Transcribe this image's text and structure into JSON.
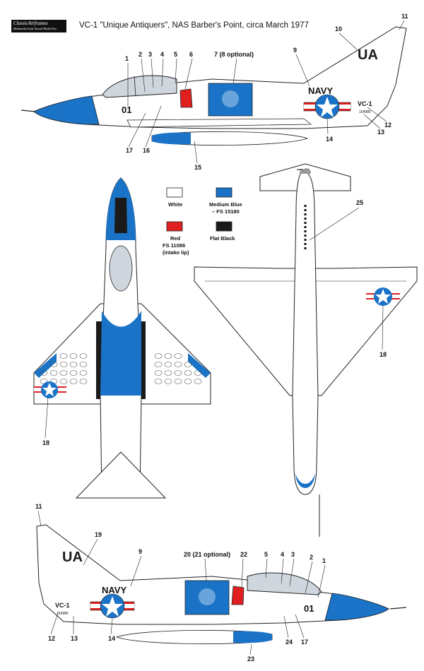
{
  "header": {
    "brand_line1": "ClassicAirframes",
    "brand_line2": "Multimedia Scale Aircraft Model Kits",
    "title": "VC-1 \"Unique Antiquers\", NAS Barber's Point, circa March 1977"
  },
  "legend": [
    {
      "swatch_color": "#ffffff",
      "label_lines": [
        "White"
      ]
    },
    {
      "swatch_color": "#1a73c7",
      "label_lines": [
        "Medium Blue",
        "– FS 15180"
      ]
    },
    {
      "swatch_color": "#e02020",
      "label_lines": [
        "Red",
        "FS 11086",
        "(intake lip)"
      ]
    },
    {
      "swatch_color": "#1a1a1a",
      "label_lines": [
        "Flat Black"
      ]
    }
  ],
  "markings": {
    "navy": "NAVY",
    "squadron": "VC-1",
    "modex": "01",
    "tail_code": "UA",
    "buno": "154985"
  },
  "callouts": {
    "top": [
      "1",
      "2",
      "3",
      "4",
      "5",
      "6",
      "7 (8 optional)",
      "9",
      "10",
      "11",
      "12",
      "13",
      "14",
      "15",
      "16",
      "17"
    ],
    "under": [
      "25",
      "18"
    ],
    "upper": [
      "18"
    ],
    "bottom": [
      "11",
      "19",
      "9",
      "20 (21 optional)",
      "22",
      "5",
      "4",
      "3",
      "2",
      "1",
      "12",
      "13",
      "14",
      "23",
      "24",
      "17"
    ]
  },
  "colors": {
    "blue": "#1a73c7",
    "red": "#e02020",
    "black": "#1a1a1a",
    "canopy": "#cfd6dd",
    "gold": "#e8b417"
  }
}
